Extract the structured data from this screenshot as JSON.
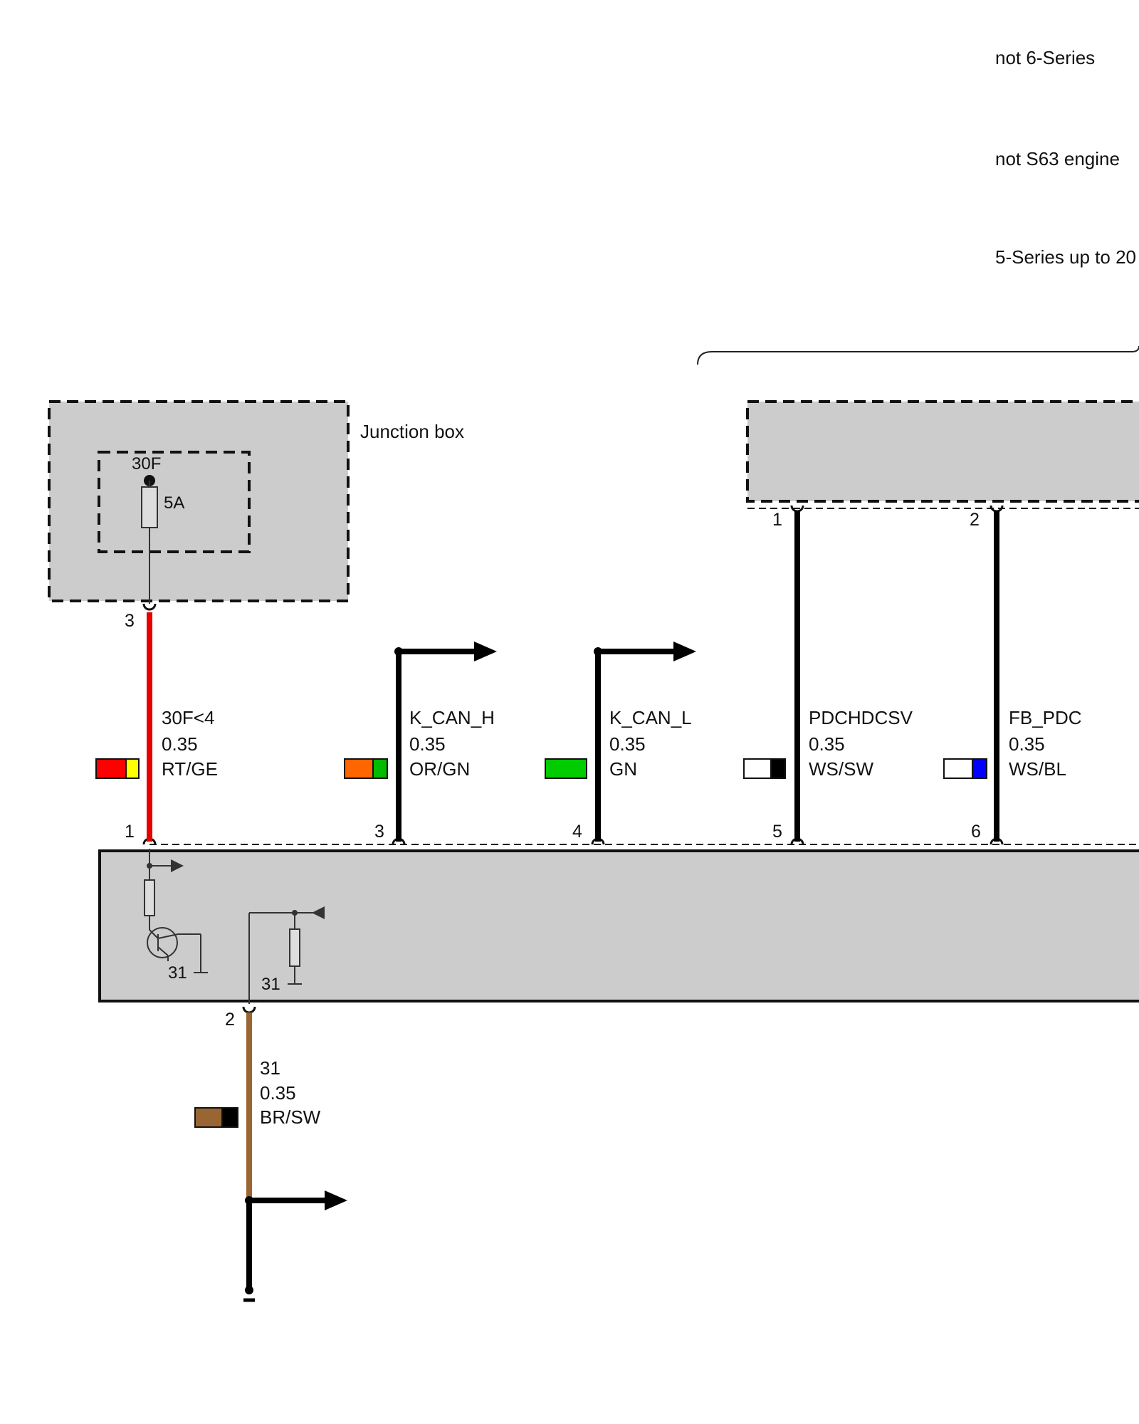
{
  "notes": [
    "not 6-Series",
    "not S63 engine",
    "5-Series up to 20"
  ],
  "junction_box": {
    "label": "Junction box",
    "terminal": "30F",
    "fuse_rating": "5A",
    "pin": "3"
  },
  "module_top": {
    "pins": [
      "1",
      "2"
    ]
  },
  "module_main": {
    "pins": [
      "1",
      "3",
      "4",
      "5",
      "6",
      "2"
    ],
    "ground_labels": [
      "31",
      "31"
    ]
  },
  "wires": [
    {
      "pin_top": "3",
      "pin_bottom": "1",
      "signal": "30F<4",
      "gauge": "0.35",
      "color_code": "RT/GE",
      "colors": [
        "#ff0000",
        "#ffff00"
      ]
    },
    {
      "pin_bottom": "3",
      "signal": "K_CAN_H",
      "gauge": "0.35",
      "color_code": "OR/GN",
      "colors": [
        "#ff6600",
        "#00bb00"
      ]
    },
    {
      "pin_bottom": "4",
      "signal": "K_CAN_L",
      "gauge": "0.35",
      "color_code": "GN",
      "colors": [
        "#00cc00"
      ]
    },
    {
      "pin_top": "1",
      "pin_bottom": "5",
      "signal": "PDCHDCSV",
      "gauge": "0.35",
      "color_code": "WS/SW",
      "colors": [
        "#ffffff",
        "#000000"
      ]
    },
    {
      "pin_top": "2",
      "pin_bottom": "6",
      "signal": "FB_PDC",
      "gauge": "0.35",
      "color_code": "WS/BL",
      "colors": [
        "#ffffff",
        "#0000ff"
      ]
    },
    {
      "pin_top": "2",
      "signal": "31",
      "gauge": "0.35",
      "color_code": "BR/SW",
      "colors": [
        "#996633",
        "#000000"
      ]
    }
  ]
}
